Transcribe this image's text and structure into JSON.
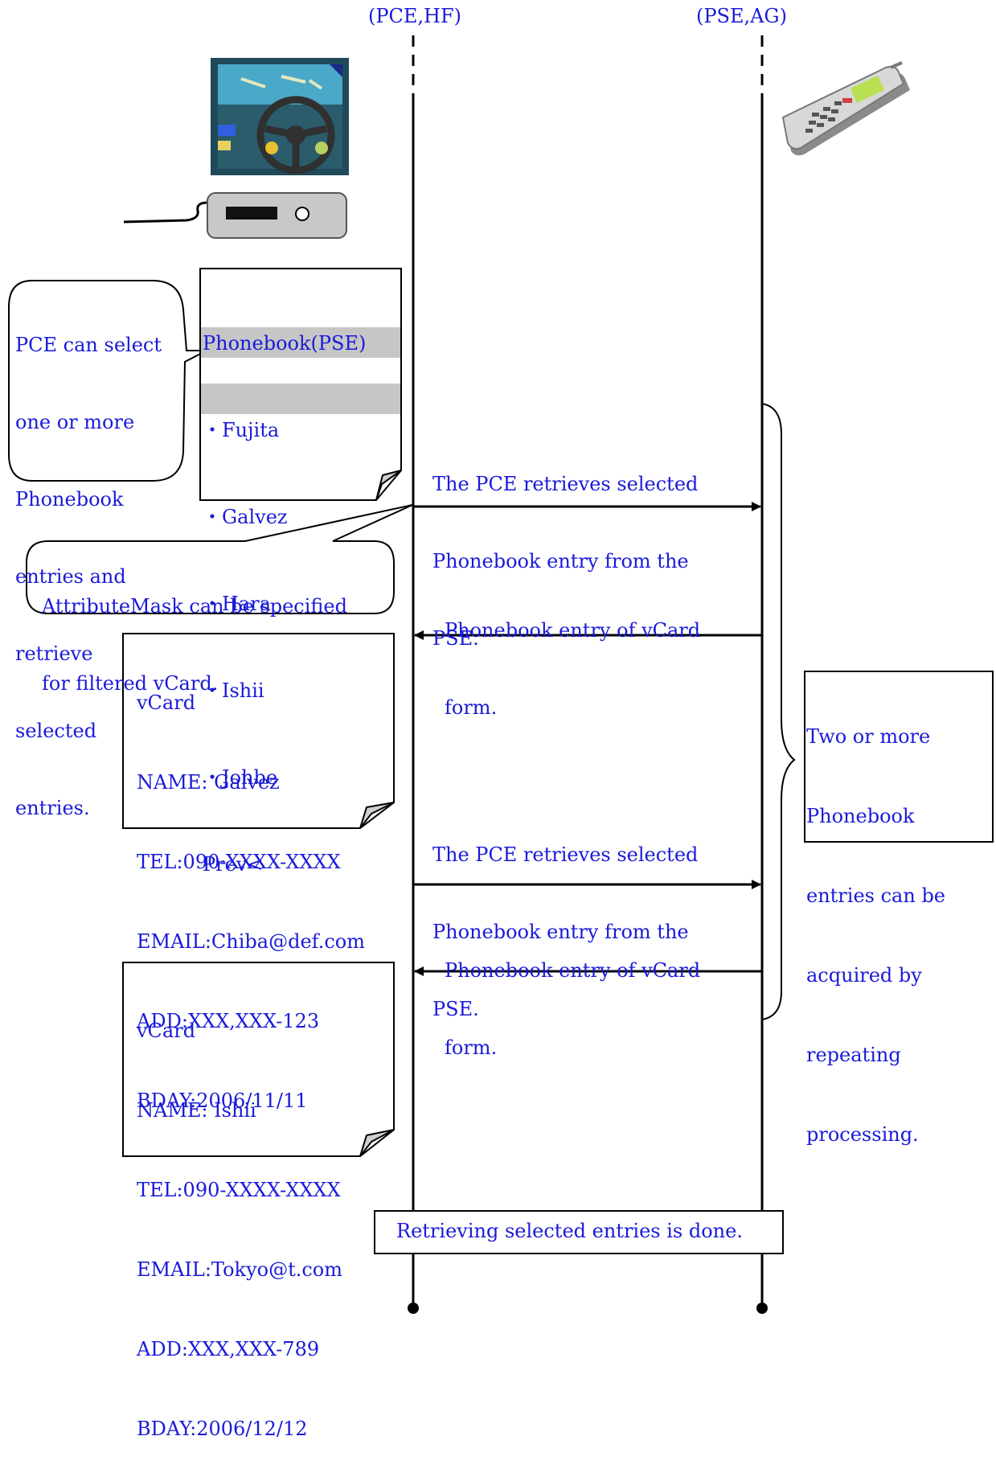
{
  "lanes": {
    "left": "(PCE,HF)",
    "right": "(PSE,AG)"
  },
  "callout_select": [
    "PCE can select",
    "one or more",
    "Phonebook",
    "entries and",
    "retrieve",
    "selected",
    "entries."
  ],
  "phonebook": {
    "title": "Phonebook(PSE)",
    "entries": [
      "・Fujita",
      "・Galvez",
      "・Hara",
      "・Ishii",
      "・Johbe"
    ],
    "selected": [
      false,
      true,
      false,
      true,
      false
    ],
    "nav": "Prev<"
  },
  "messages": [
    {
      "lines": [
        "The PCE retrieves selected",
        "Phonebook entry from the",
        "PSE."
      ]
    },
    {
      "lines": [
        "Phonebook entry of vCard",
        "form."
      ]
    },
    {
      "lines": [
        "The PCE retrieves selected",
        "Phonebook entry from the",
        "PSE."
      ]
    },
    {
      "lines": [
        "Phonebook entry of vCard",
        "form."
      ]
    }
  ],
  "callout_mask": [
    "AttributeMask can be specified",
    "for filtered vCard."
  ],
  "vcards": [
    {
      "lines": [
        "vCard",
        "NAME: Galvez",
        "TEL:090-XXXX-XXXX",
        "EMAIL:Chiba@def.com",
        "ADD:XXX,XXX-123",
        "BDAY:2006/11/11"
      ]
    },
    {
      "lines": [
        "vCard",
        "NAME: Ishii",
        "TEL:090-XXXX-XXXX",
        "EMAIL:Tokyo@t.com",
        "ADD:XXX,XXX-789",
        "BDAY:2006/12/12"
      ]
    }
  ],
  "repeat_note": [
    "Two or more",
    "Phonebook",
    "entries can be",
    "acquired by",
    "repeating",
    "processing."
  ],
  "done": "Retrieving selected entries is done.",
  "colors": {
    "text": "#1a1ad9",
    "line": "#000000",
    "highlight": "#c6c6c6"
  }
}
